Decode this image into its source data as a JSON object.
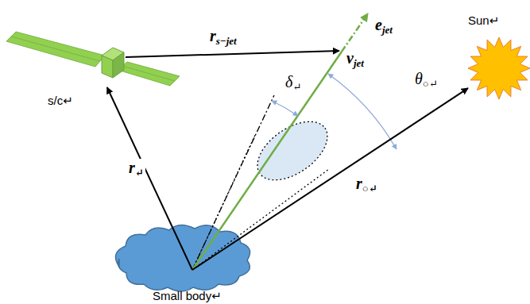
{
  "diagram": {
    "nodes": [
      {
        "text": [
          "s/c↵"
        ]
      },
      {
        "text": [
          "Sun↵"
        ]
      },
      {
        "text": [
          "Small body↵"
        ]
      }
    ],
    "edges": [
      {
        "from": 2,
        "to": 0,
        "arrow": "to",
        "label": "r↵"
      },
      {
        "from": 2,
        "to": 1,
        "arrow": "to",
        "label": "r○↵"
      }
    ],
    "labels": [
      "rs−jet",
      "ejet",
      "vjet",
      "δ↵",
      "θ○↵"
    ]
  }
}
